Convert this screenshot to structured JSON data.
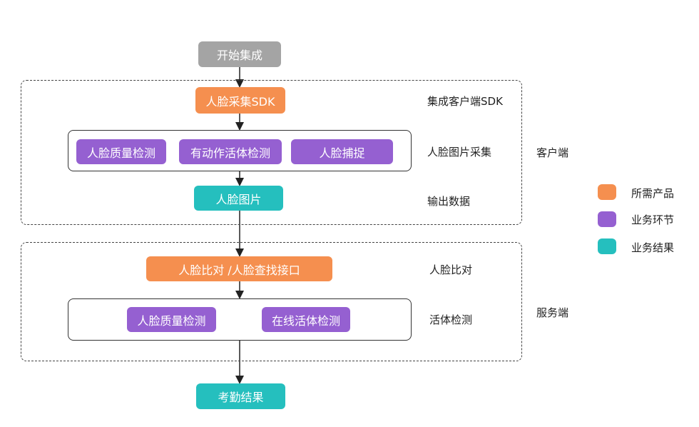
{
  "nodes": {
    "start": "开始集成",
    "sdk": "人脸采集SDK",
    "quality1": "人脸质量检测",
    "action_liveness": "有动作活体检测",
    "capture": "人脸捕捉",
    "face_image": "人脸图片",
    "compare_api": "人脸比对 /人脸查找接口",
    "quality2": "人脸质量检测",
    "online_liveness": "在线活体检测",
    "result": "考勤结果"
  },
  "step_labels": {
    "integrate_sdk": "集成客户端SDK",
    "image_capture": "人脸图片采集",
    "output_data": "输出数据",
    "face_compare": "人脸比对",
    "liveness_check": "活体检测"
  },
  "group_labels": {
    "client": "客户端",
    "server": "服务端"
  },
  "legend": [
    {
      "label": "所需产品",
      "color": "#f58f4f"
    },
    {
      "label": "业务环节",
      "color": "#9560d1"
    },
    {
      "label": "业务结果",
      "color": "#25bfbe"
    }
  ]
}
